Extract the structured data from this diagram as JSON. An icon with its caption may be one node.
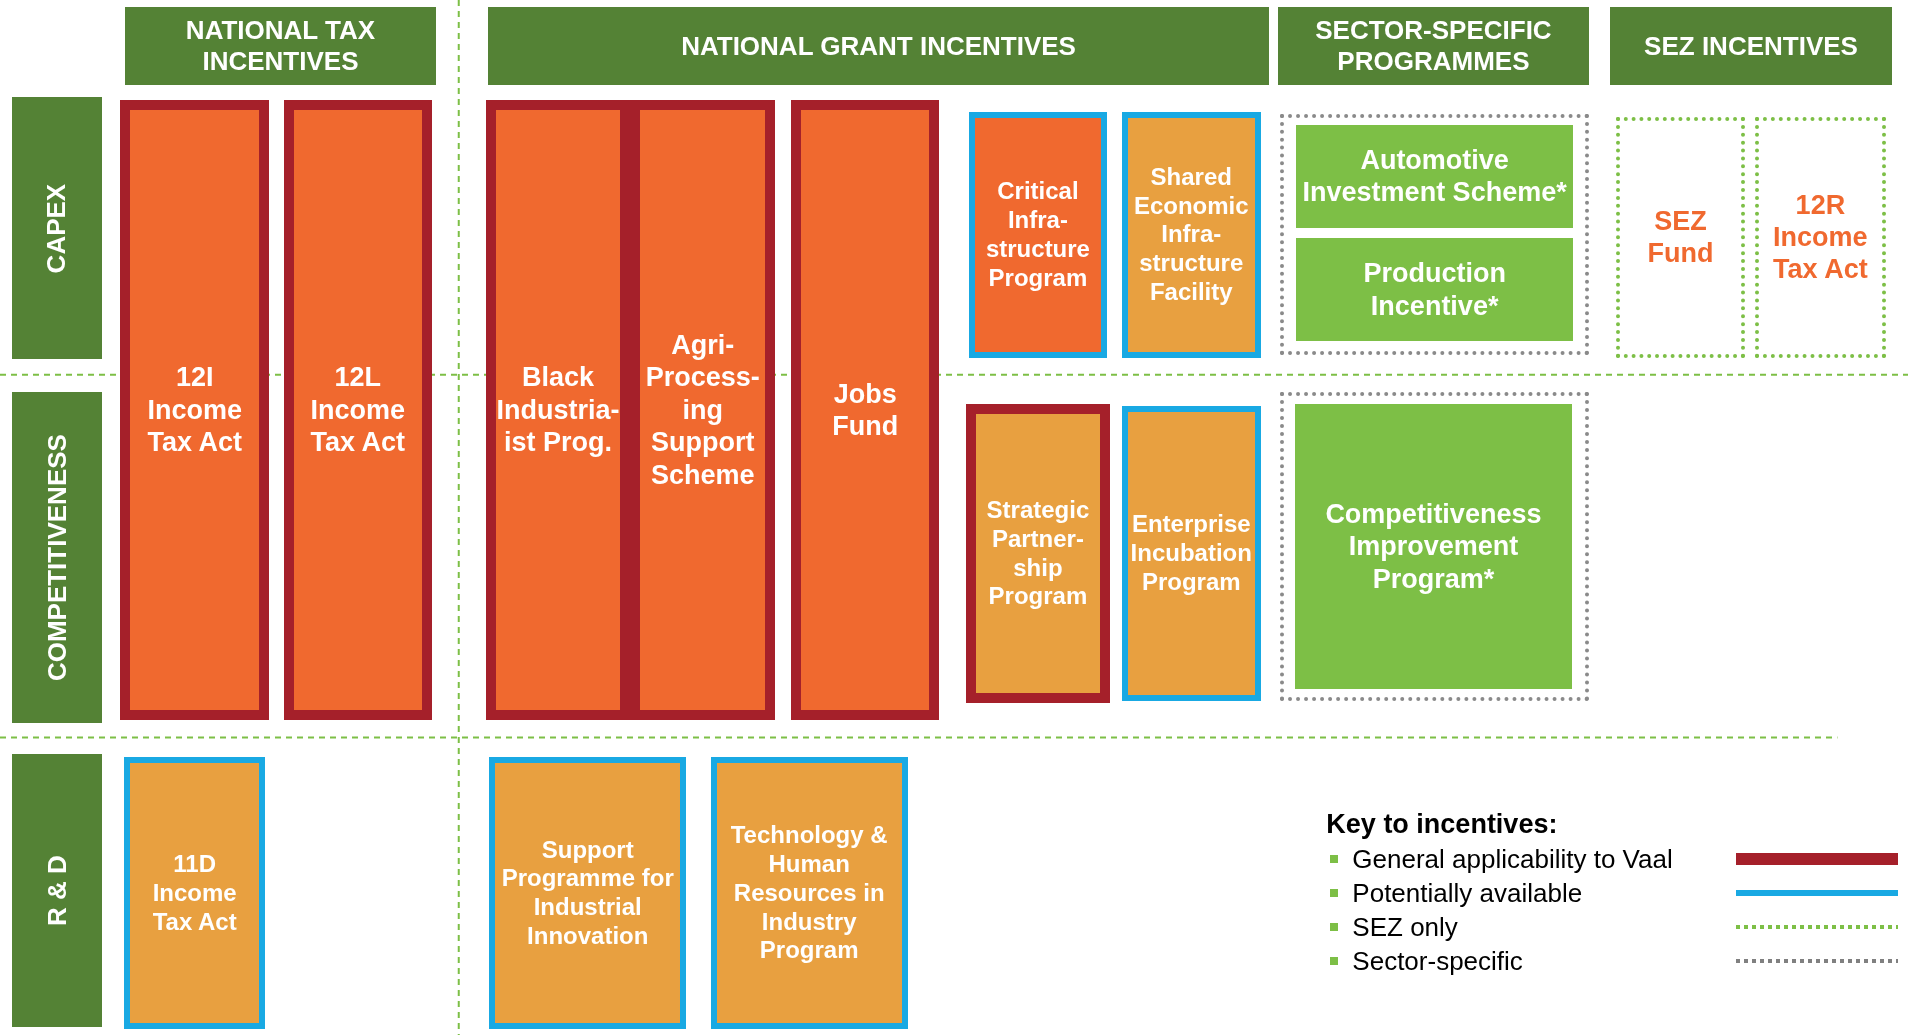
{
  "diagram": {
    "nodes": [
      {
        "text": [
          "NATIONAL TAX INCENTIVES"
        ]
      },
      {
        "text": [
          "NATIONAL GRANT INCENTIVES"
        ]
      },
      {
        "text": [
          "SECTOR-SPECIFIC PROGRAMMES"
        ]
      },
      {
        "text": [
          "SEZ INCENTIVES"
        ]
      },
      {
        "text": [
          "CAPEX"
        ]
      },
      {
        "text": [
          "COMPETITIVENESS"
        ]
      },
      {
        "text": [
          "R & D"
        ]
      },
      {
        "text": [
          "12I Income Tax Act"
        ]
      },
      {
        "text": [
          "12L Income Tax Act"
        ]
      },
      {
        "text": [
          "Black Industria- ist Prog."
        ]
      },
      {
        "text": [
          "Agri- Process- ing Support Scheme"
        ]
      },
      {
        "text": [
          "Jobs Fund"
        ]
      },
      {
        "text": [
          "Critical Infra- structure Program"
        ]
      },
      {
        "text": [
          "Shared Economic Infra- structure Facility"
        ]
      },
      {
        "text": [],
        "shape": "box"
      },
      {
        "text": [
          "Automotive Investment Scheme*"
        ],
        "in": 14
      },
      {
        "text": [
          "Production Incentive*"
        ],
        "in": 14
      },
      {
        "text": [
          "SEZ Fund"
        ]
      },
      {
        "text": [
          "12R Income Tax Act"
        ]
      },
      {
        "text": [
          "Strategic Partner- ship Program"
        ]
      },
      {
        "text": [
          "Enterprise Incubation Program"
        ]
      },
      {
        "text": [],
        "shape": "box"
      },
      {
        "text": [
          "Competitiveness Improvement Program*"
        ],
        "in": 21
      },
      {
        "text": [
          "11D Income Tax Act"
        ]
      },
      {
        "text": [
          "Support Programme for Industrial Innovation"
        ]
      },
      {
        "text": [
          "Technology & Human Resources in Industry Program"
        ]
      }
    ],
    "edges": [],
    "labels": [
      "Key to incentives:"
    ],
    "legend": [
      {
        "text": "General applicability to Vaal"
      },
      {
        "text": "Potentially available"
      },
      {
        "text": "SEZ only"
      },
      {
        "text": "Sector-specific"
      }
    ]
  }
}
